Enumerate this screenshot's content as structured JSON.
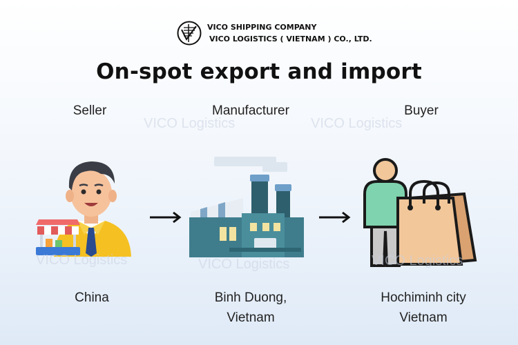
{
  "company": {
    "name_line1": "VICO SHIPPING COMPANY",
    "name_line2": "VICO LOGISTICS ( VIETNAM ) CO., LTD.",
    "logo_icon": "vico-logo-icon"
  },
  "title": "On-spot export and import",
  "nodes": [
    {
      "role": "Seller",
      "location_line1": "China",
      "location_line2": "",
      "icon": "seller-shop-icon"
    },
    {
      "role": "Manufacturer",
      "location_line1": "Binh Duong,",
      "location_line2": "Vietnam",
      "icon": "factory-icon"
    },
    {
      "role": "Buyer",
      "location_line1": "Hochiminh city",
      "location_line2": "Vietnam",
      "icon": "buyer-shopping-icon"
    }
  ],
  "watermark": "VICO Logistics",
  "colors": {
    "background_top": "#ffffff",
    "background_bottom": "#dfeaf7",
    "factory_teal": "#3f7d8c",
    "shirt_green": "#7fd3ae",
    "bag_tan": "#f2c79a",
    "seller_yellow": "#f5c021"
  }
}
